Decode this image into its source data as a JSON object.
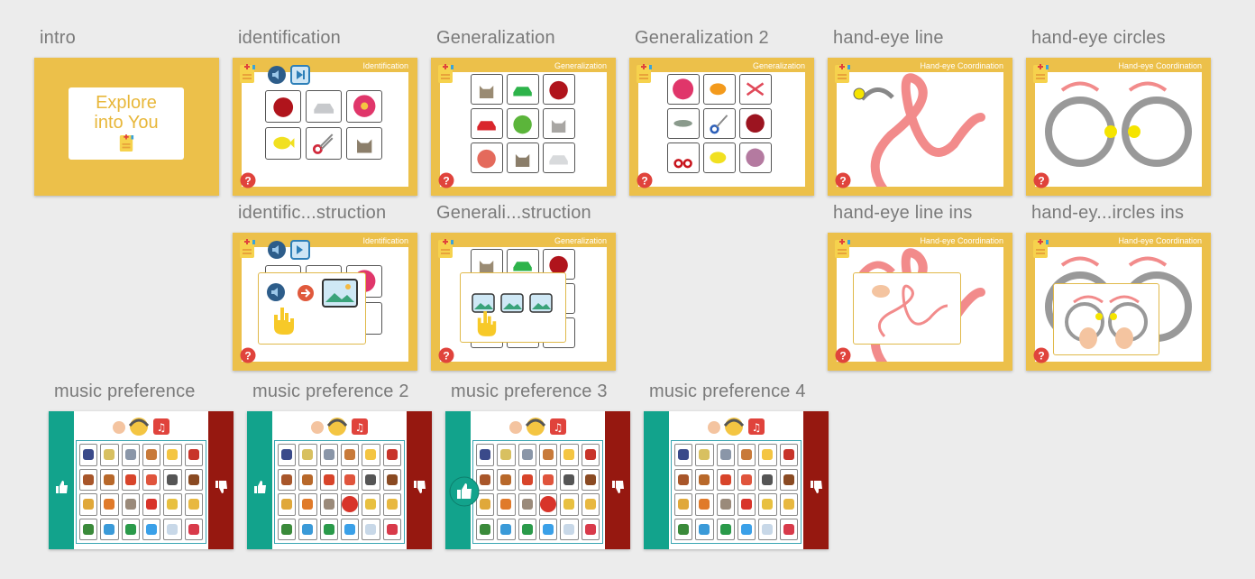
{
  "cards": {
    "intro": {
      "title": "intro",
      "line1": "Explore",
      "line2": "into You"
    },
    "identification": {
      "title": "identification",
      "header": "Identification"
    },
    "generalization": {
      "title": "Generalization",
      "header": "Generalization"
    },
    "generalization2": {
      "title": "Generalization 2",
      "header": "Generalization"
    },
    "handeye_line": {
      "title": "hand-eye line",
      "header": "Hand-eye Coordination"
    },
    "handeye_circles": {
      "title": "hand-eye circles",
      "header": "Hand-eye Coordination"
    },
    "identification_ins": {
      "title": "identific...struction",
      "header": "Identification"
    },
    "generalization_ins": {
      "title": "Generali...struction",
      "header": "Generalization"
    },
    "handeye_line_ins": {
      "title": "hand-eye line ins",
      "header": "Hand-eye Coordination"
    },
    "handeye_circles_ins": {
      "title": "hand-ey...ircles ins",
      "header": "Hand-eye Coordination"
    },
    "music1": {
      "title": "music preference"
    },
    "music2": {
      "title": "music preference 2"
    },
    "music3": {
      "title": "music preference 3"
    },
    "music4": {
      "title": "music preference 4"
    }
  },
  "colors": {
    "background": "#ececec",
    "card_yellow": "#ecc04a",
    "intro_text": "#e8b73a",
    "music_green": "#12a38c",
    "music_red": "#961810",
    "stroke_pink": "#f28b8b",
    "help_red": "#e0433c",
    "target_yellow": "#f5e400"
  },
  "icons": [
    "doc-icon",
    "speaker-icon",
    "play-icon",
    "help-icon",
    "thumbs-up-icon",
    "thumbs-down-icon",
    "hand-icon",
    "image-icon",
    "arrow-right-icon"
  ]
}
